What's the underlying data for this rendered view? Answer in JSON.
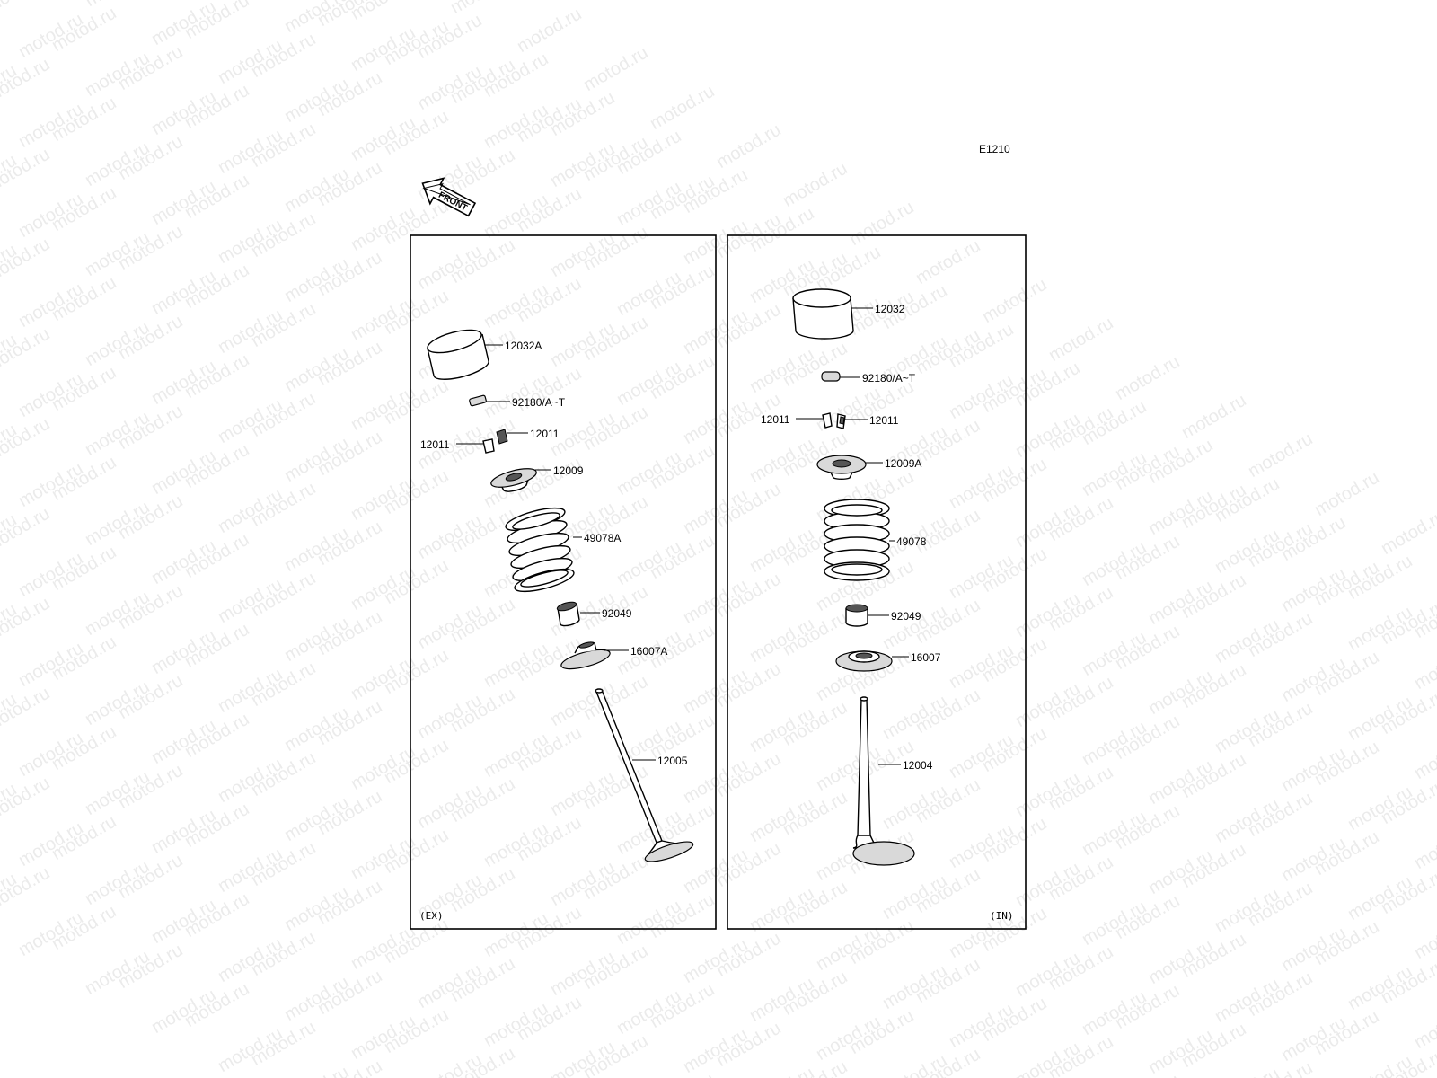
{
  "diagram_code": "E1210",
  "watermark": "motod.ru",
  "front_label": "FRONT",
  "panels": {
    "exhaust": {
      "tag": "(EX)",
      "parts": {
        "tappet": "12032A",
        "shim": "92180/A~T",
        "cotter_right": "12011",
        "cotter_left": "12011",
        "retainer": "12009",
        "spring": "49078A",
        "oil_seal": "92049",
        "spring_seat": "16007A",
        "valve": "12005"
      }
    },
    "intake": {
      "tag": "(IN)",
      "parts": {
        "tappet": "12032",
        "shim": "92180/A~T",
        "cotter_left": "12011",
        "cotter_right": "12011",
        "retainer": "12009A",
        "spring": "49078",
        "oil_seal": "92049",
        "spring_seat": "16007",
        "valve": "12004"
      }
    }
  }
}
